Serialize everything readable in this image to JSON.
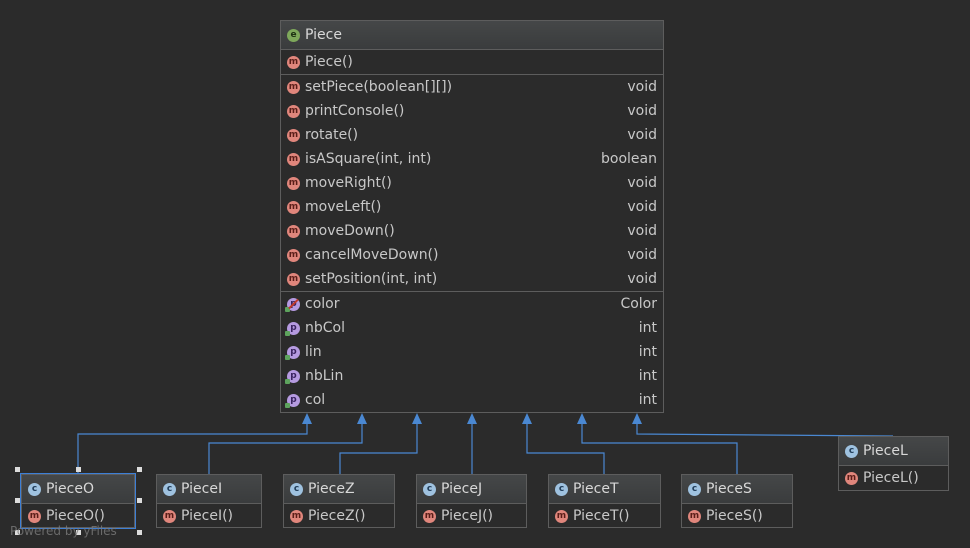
{
  "main_class": {
    "name": "Piece",
    "icon": "e",
    "constructors": [
      {
        "icon": "m",
        "name": "Piece()",
        "type": ""
      }
    ],
    "methods": [
      {
        "icon": "m",
        "name": "setPiece(boolean[][])",
        "type": "void"
      },
      {
        "icon": "m",
        "name": "printConsole()",
        "type": "void"
      },
      {
        "icon": "m",
        "name": "rotate()",
        "type": "void"
      },
      {
        "icon": "m",
        "name": "isASquare(int, int)",
        "type": "boolean"
      },
      {
        "icon": "m",
        "name": "moveRight()",
        "type": "void"
      },
      {
        "icon": "m",
        "name": "moveLeft()",
        "type": "void"
      },
      {
        "icon": "m",
        "name": "moveDown()",
        "type": "void"
      },
      {
        "icon": "m",
        "name": "cancelMoveDown()",
        "type": "void"
      },
      {
        "icon": "m",
        "name": "setPosition(int, int)",
        "type": "void"
      }
    ],
    "fields": [
      {
        "icon": "p",
        "name": "color",
        "type": "Color",
        "visibility": "private-final"
      },
      {
        "icon": "p",
        "name": "nbCol",
        "type": "int",
        "visibility": "private"
      },
      {
        "icon": "p",
        "name": "lin",
        "type": "int",
        "visibility": "private"
      },
      {
        "icon": "p",
        "name": "nbLin",
        "type": "int",
        "visibility": "private"
      },
      {
        "icon": "p",
        "name": "col",
        "type": "int",
        "visibility": "private"
      }
    ]
  },
  "subclasses": [
    {
      "name": "PieceO",
      "icon": "c",
      "constructor": "PieceO()",
      "selected": true
    },
    {
      "name": "PieceI",
      "icon": "c",
      "constructor": "PieceI()",
      "selected": false
    },
    {
      "name": "PieceZ",
      "icon": "c",
      "constructor": "PieceZ()",
      "selected": false
    },
    {
      "name": "PieceJ",
      "icon": "c",
      "constructor": "PieceJ()",
      "selected": false
    },
    {
      "name": "PieceT",
      "icon": "c",
      "constructor": "PieceT()",
      "selected": false
    },
    {
      "name": "PieceS",
      "icon": "c",
      "constructor": "PieceS()",
      "selected": false
    },
    {
      "name": "PieceL",
      "icon": "c",
      "constructor": "PieceL()",
      "selected": false
    }
  ],
  "watermark": "Powered by yFiles",
  "colors": {
    "background": "#2b2b2b",
    "edge": "#4a88d2",
    "border": "#5d5d5d",
    "icon_class": "#9fc2e0",
    "icon_method": "#e0867c",
    "icon_field": "#b59ae0",
    "icon_enum": "#7ea85b"
  }
}
